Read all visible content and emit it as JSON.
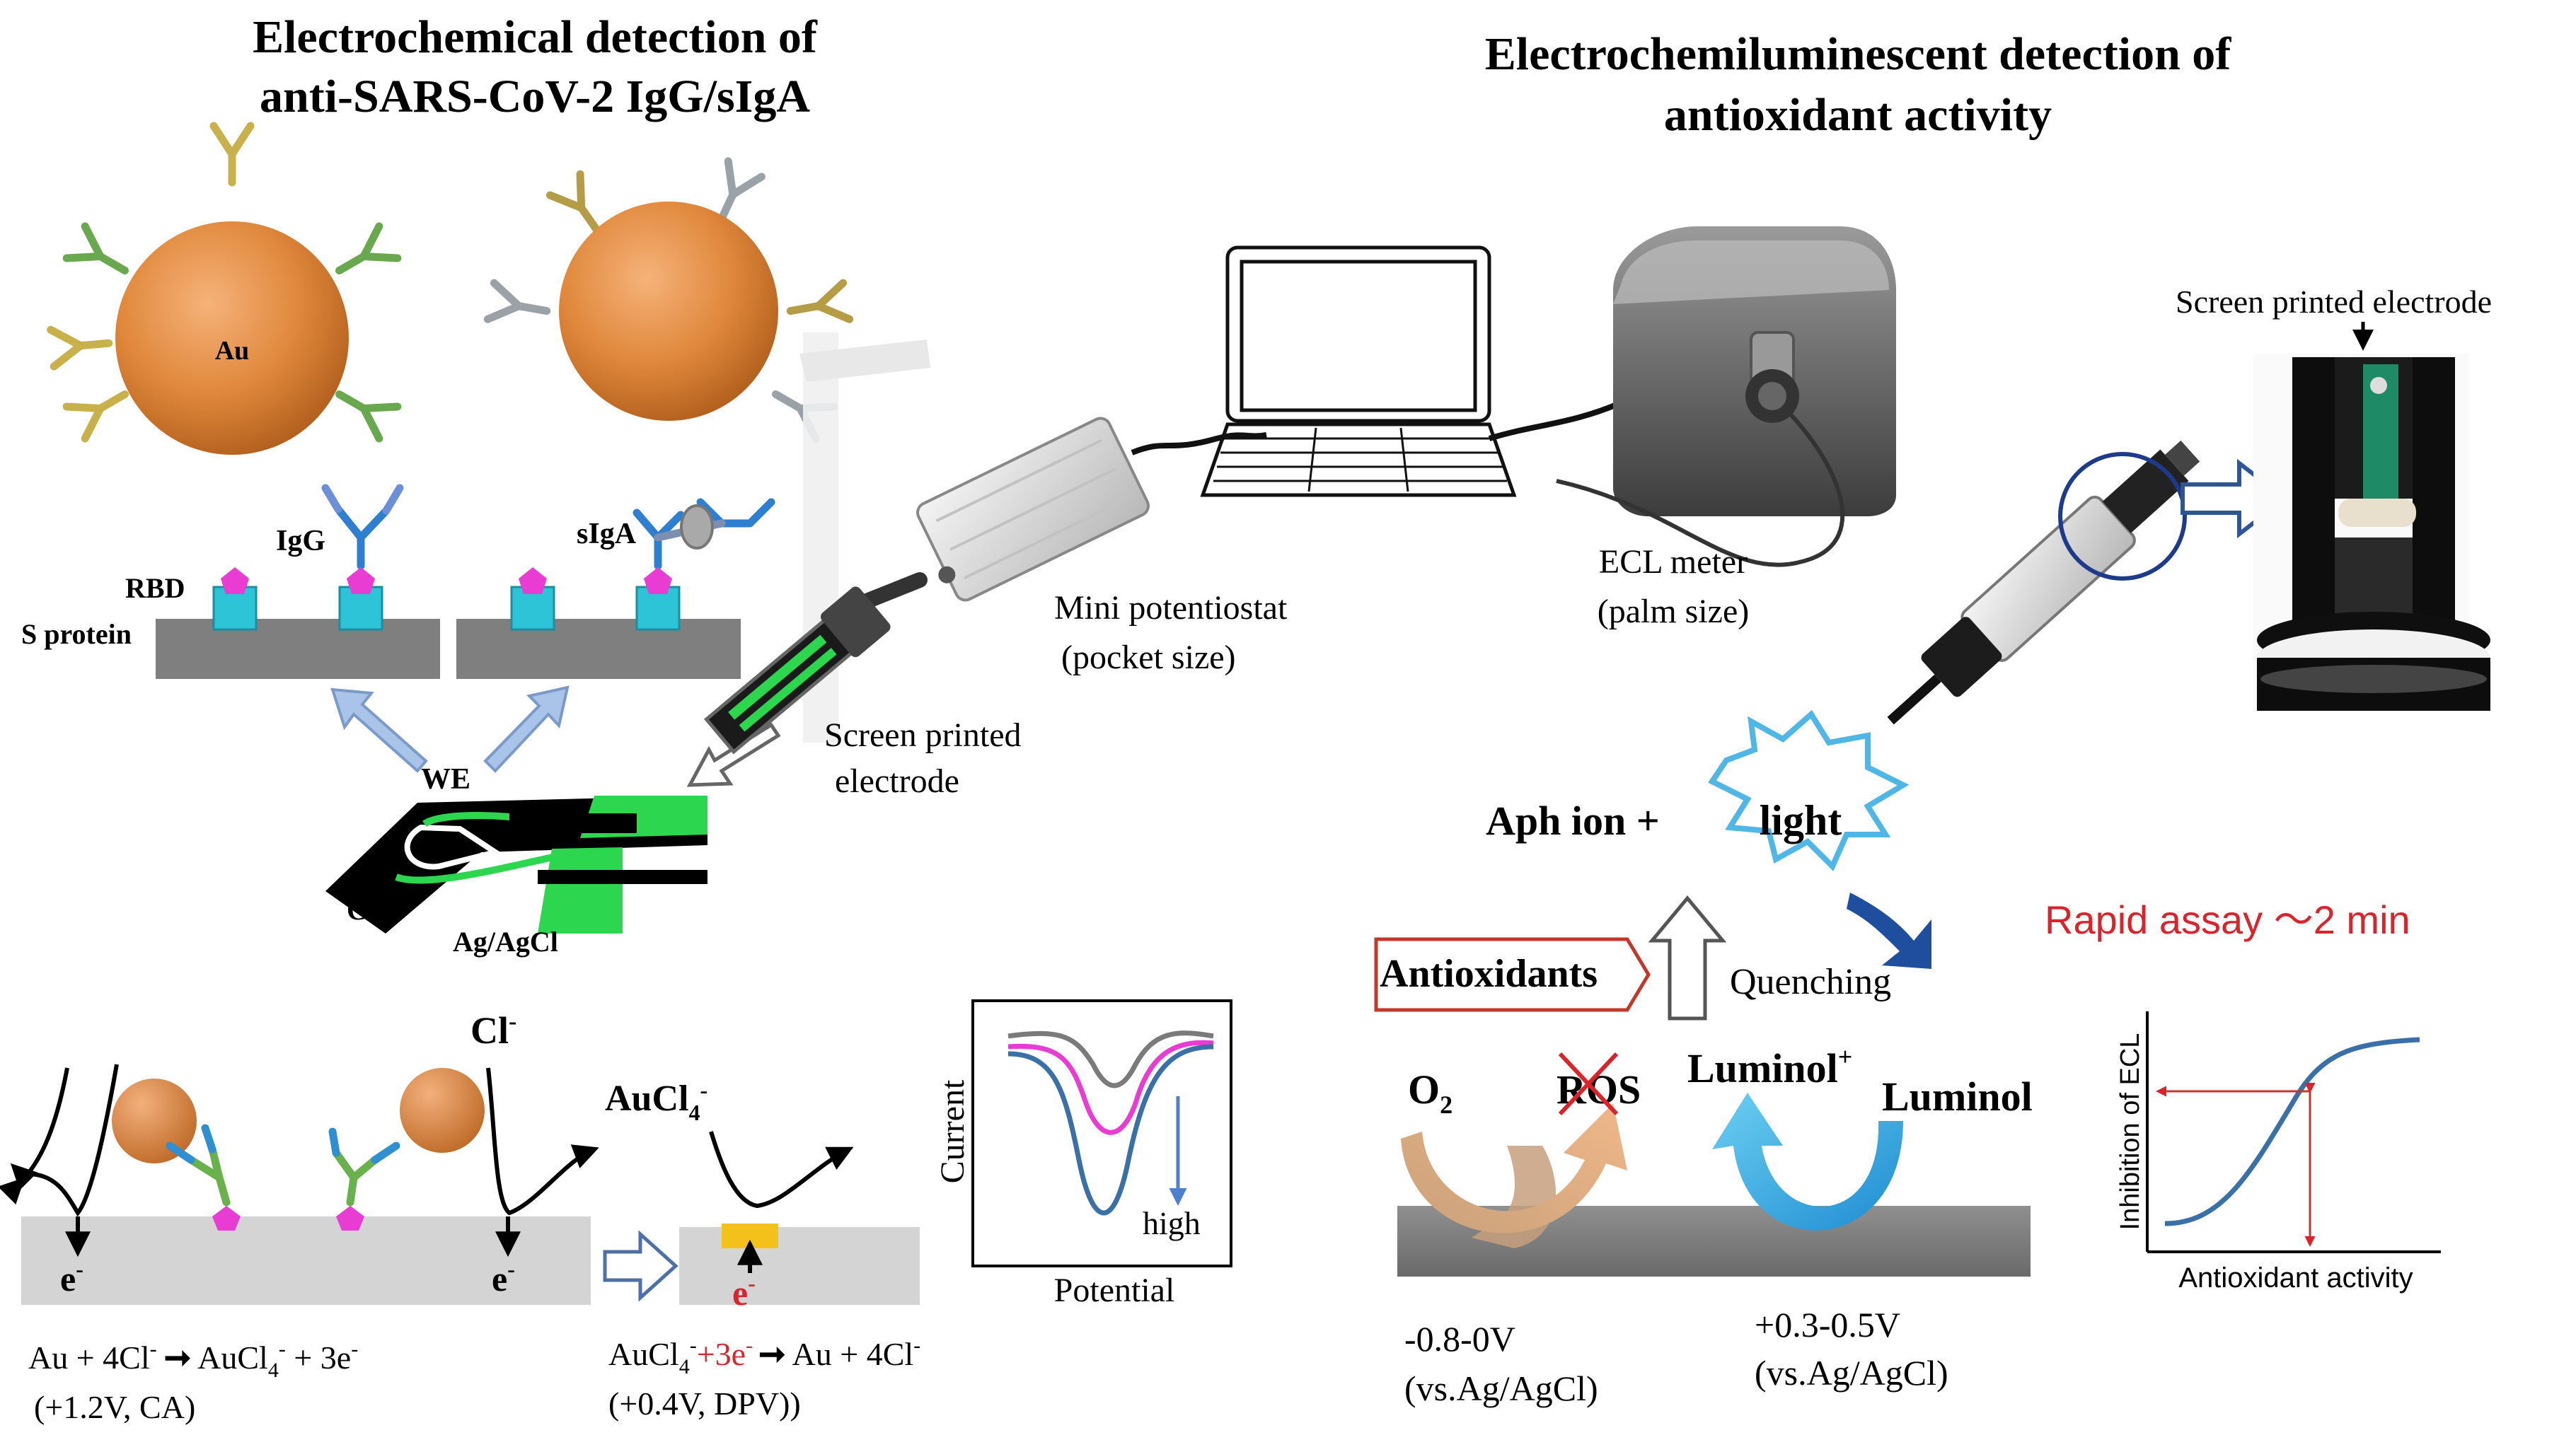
{
  "left_title": {
    "line1": "Electrochemical detection of",
    "line2": "anti-SARS-CoV-2 IgG/sIgA"
  },
  "right_title": {
    "line1": "Electrochemiluminescent detection of",
    "line2": "antioxidant activity"
  },
  "nanoparticle": {
    "au_label": "Au",
    "igg_label": "IgG",
    "siga_label": "sIgA"
  },
  "surface": {
    "rbd_label": "RBD",
    "sprotein_label": "S protein"
  },
  "electrode": {
    "we_label": "WE",
    "ce_label": "CE",
    "ref_label": "Ag/AgCl"
  },
  "devices": {
    "mini_potentiostat": {
      "line1": "Mini potentiostat",
      "line2": "(pocket size)"
    },
    "spe_left": {
      "line1": "Screen printed",
      "line2": "electrode"
    },
    "ecl_meter": {
      "line1": "ECL meter",
      "line2": "(palm size)"
    },
    "spe_right": "Screen printed electrode"
  },
  "bottom_left": {
    "cl_label": "Cl",
    "cl_sup": "-",
    "aucl4_label": "AuCl",
    "aucl4_sub": "4",
    "aucl4_sup": "-",
    "e_label": "e",
    "e_sup": "-",
    "reaction1": {
      "line1_a": "Au + 4Cl",
      "line1_b": " AuCl",
      "line1_c": " + 3e",
      "line2": "(+1.2V, CA)"
    },
    "reaction2": {
      "line1_a": "AuCl",
      "line1_b": "+3e",
      "line1_c": " Au + 4Cl",
      "line2": "(+0.4V, DPV))"
    }
  },
  "dpv_chart": {
    "ylabel": "Current",
    "xlabel": "Potential",
    "annotation": "high"
  },
  "ecl": {
    "aph_ion": "Aph ion +",
    "light": "light",
    "antioxidants": "Antioxidants",
    "quenching": "Quenching",
    "o2": "O",
    "o2_sub": "2",
    "ros": "ROS",
    "luminol_plus": "Luminol",
    "plus_sup": "+",
    "luminol": "Luminol",
    "potential1": {
      "line1": "-0.8-0V",
      "line2": "(vs.Ag/AgCl)"
    },
    "potential2": {
      "line1": "+0.3-0.5V",
      "line2": "(vs.Ag/AgCl)"
    }
  },
  "rapid_assay": "Rapid assay ～2 min",
  "inhibition_chart": {
    "ylabel": "Inhibition of  ECL",
    "xlabel": "Antioxidant activity"
  },
  "colors": {
    "gold_sphere": "#e0883c",
    "surface_gray": "#7f7f7f",
    "rbd_cyan": "#2ec4d8",
    "rbd_magenta": "#e83cd2",
    "electrode_green": "#2cd64f",
    "arrow_blue": "#a9c4e8",
    "light_burst": "#4fb6e6",
    "red_text": "#d9242c",
    "curve_blue": "#3a6fa8"
  }
}
